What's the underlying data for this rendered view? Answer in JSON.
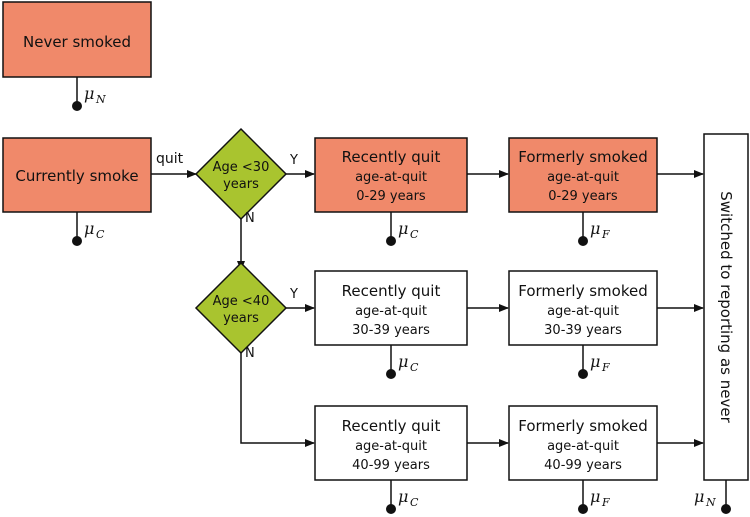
{
  "colors": {
    "salmon": "#f0896a",
    "diamond": "#a9c42f",
    "white": "#ffffff",
    "stroke": "#111111"
  },
  "never_smoked": {
    "label": "Never smoked",
    "mu": "μ",
    "mu_sub": "N"
  },
  "currently_smoke": {
    "label": "Currently smoke",
    "mu": "μ",
    "mu_sub": "C"
  },
  "quit_label": "quit",
  "decision1": {
    "line1": "Age <30",
    "line2": "years",
    "yes": "Y",
    "no": "N"
  },
  "decision2": {
    "line1": "Age <40",
    "line2": "years",
    "yes": "Y",
    "no": "N"
  },
  "rows": [
    {
      "recent": {
        "title": "Recently quit",
        "line2": "age-at-quit",
        "line3": "0-29 years",
        "mu": "μ",
        "mu_sub": "C"
      },
      "former": {
        "title": "Formerly smoked",
        "line2": "age-at-quit",
        "line3": "0-29 years",
        "mu": "μ",
        "mu_sub": "F"
      }
    },
    {
      "recent": {
        "title": "Recently quit",
        "line2": "age-at-quit",
        "line3": "30-39 years",
        "mu": "μ",
        "mu_sub": "C"
      },
      "former": {
        "title": "Formerly smoked",
        "line2": "age-at-quit",
        "line3": "30-39 years",
        "mu": "μ",
        "mu_sub": "F"
      }
    },
    {
      "recent": {
        "title": "Recently quit",
        "line2": "age-at-quit",
        "line3": "40-99 years",
        "mu": "μ",
        "mu_sub": "C"
      },
      "former": {
        "title": "Formerly smoked",
        "line2": "age-at-quit",
        "line3": "40-99 years",
        "mu": "μ",
        "mu_sub": "F"
      }
    }
  ],
  "switched": {
    "label": "Switched to reporting as never",
    "mu": "μ",
    "mu_sub": "N"
  }
}
